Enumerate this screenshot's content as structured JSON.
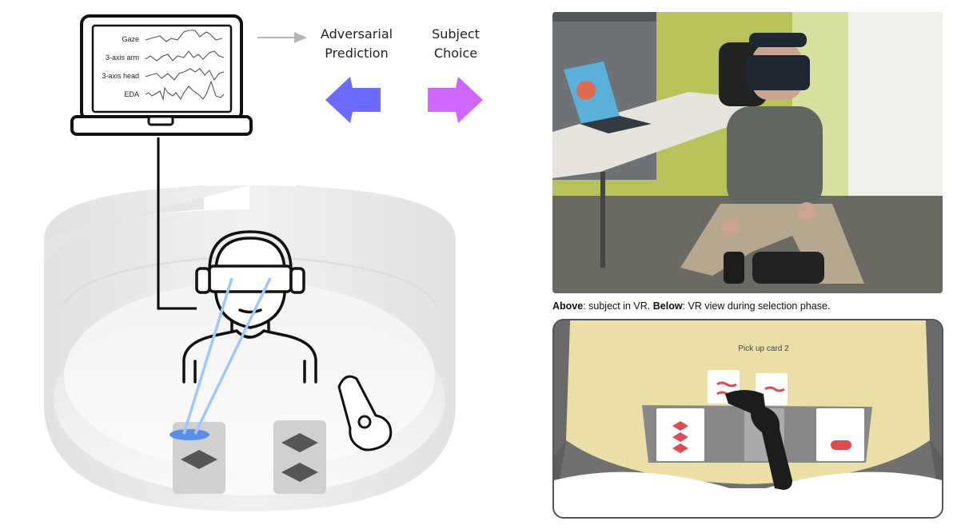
{
  "laptop": {
    "signals": [
      "Gaze",
      "3-axis arm",
      "3-axis head",
      "EDA"
    ]
  },
  "labels": {
    "adversarial_prediction": [
      "Adversarial",
      "Prediction"
    ],
    "subject_choice": [
      "Subject",
      "Choice"
    ]
  },
  "colors": {
    "adversarial_arrow": "#6b6bff",
    "choice_arrow": "#cf66ff",
    "gaze_beam": "#9ec8ff",
    "gaze_target": "#5b8fe6",
    "connector": "#000000",
    "gray_arrow": "#b5b5b5"
  },
  "caption": {
    "above_label": "Above",
    "above_text": ": subject in VR. ",
    "below_label": "Below",
    "below_text": ": VR view during selection phase."
  },
  "vr_view": {
    "prompt": "Pick up card 2"
  },
  "icons": {
    "laptop": "laptop-icon",
    "subject": "vr-headset-person-icon",
    "controller": "vr-controller-icon",
    "left_arrow": "left-arrow-icon",
    "right_arrow": "right-arrow-icon",
    "gray_arrow": "gray-arrow-icon"
  }
}
